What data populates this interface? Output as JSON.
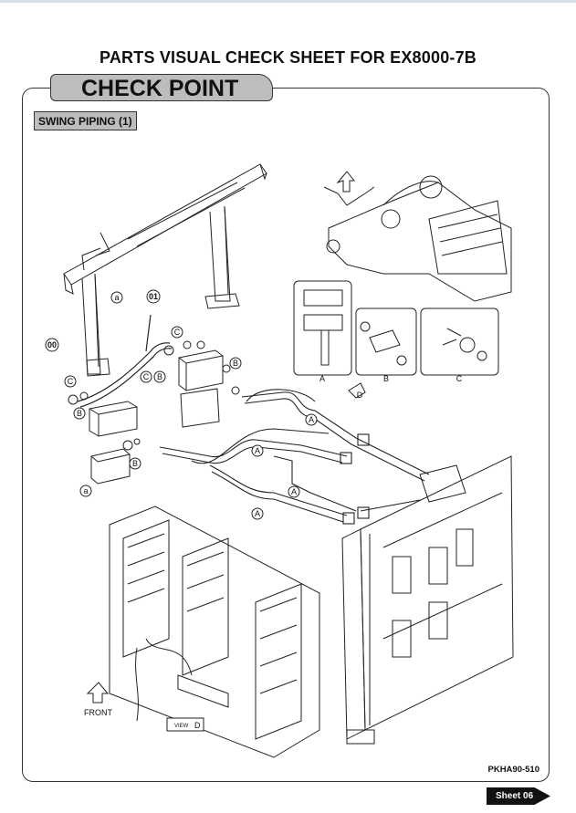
{
  "page": {
    "title": "PARTS VISUAL CHECK SHEET FOR EX8000-7B",
    "tab_label": "CHECK POINT",
    "section_label": "SWING PIPING (1)",
    "drawing_code": "PKHA90-510",
    "sheet_label": "Sheet 06"
  },
  "callouts": {
    "n00": "00",
    "n01": "01",
    "a": "a",
    "A": "A",
    "B": "B",
    "C": "C",
    "D": "D"
  },
  "detail_labels": [
    "A",
    "B",
    "C"
  ],
  "annotations": {
    "front": "FRONT",
    "view": "VIEW",
    "view_letter": "D"
  },
  "colors": {
    "tab_fill": "#bdbdbd",
    "line": "#222222",
    "sheet_tag": "#111111"
  }
}
